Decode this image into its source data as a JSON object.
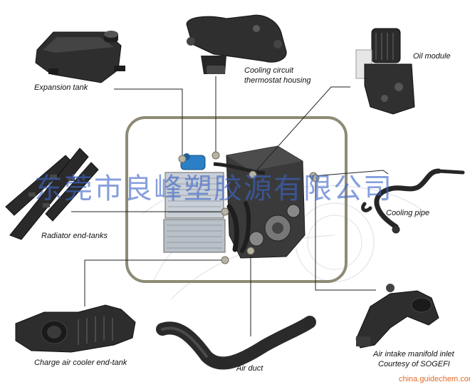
{
  "labels": {
    "expansion_tank": "Expansion tank",
    "thermostat_line1": "Cooling circuit",
    "thermostat_line2": "thermostat housing",
    "oil_module": "Oil module",
    "radiator_end_tanks": "Radiator end-tanks",
    "cooling_pipe": "Cooling pipe",
    "charge_air_cooler": "Charge air cooler end-tank",
    "air_duct": "Air duct",
    "intake_line1": "Air intake manifold inlet",
    "intake_line2": "Courtesy of SOGEFI"
  },
  "watermark": "东莞市良峰塑胶源有限公司",
  "source_text": "china.guidechem.com",
  "colors": {
    "frame": "#8e8a74",
    "part_dark": "#2b2b2b",
    "part_mid": "#555555",
    "accent_blue": "#2a7fc6",
    "leader": "#222222",
    "marker": "#b8b4a4"
  }
}
